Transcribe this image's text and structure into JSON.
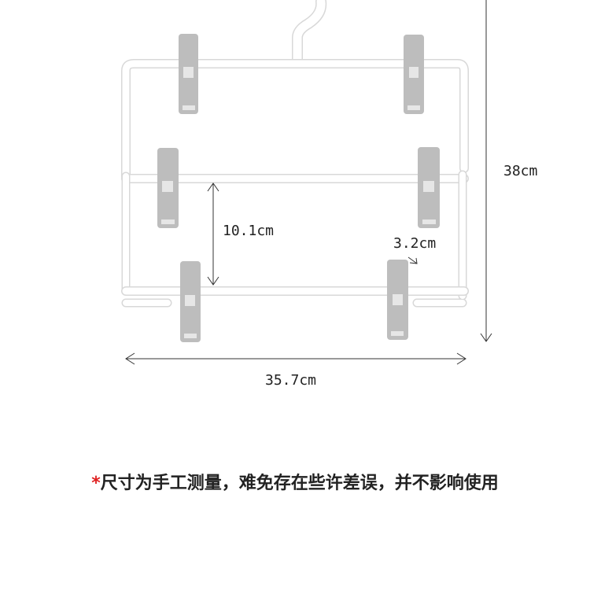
{
  "dimensions": {
    "height": "38cm",
    "bar_spacing": "10.1cm",
    "clip_width": "3.2cm",
    "width": "35.7cm"
  },
  "note": {
    "marker": "*",
    "text": "尺寸为手工测量，难免存在些许差误，并不影响使用"
  },
  "colors": {
    "hanger": "#ffffff",
    "hanger_outline": "#dcdcdc",
    "clip": "#bcbcbc",
    "marker": "#e02020"
  }
}
